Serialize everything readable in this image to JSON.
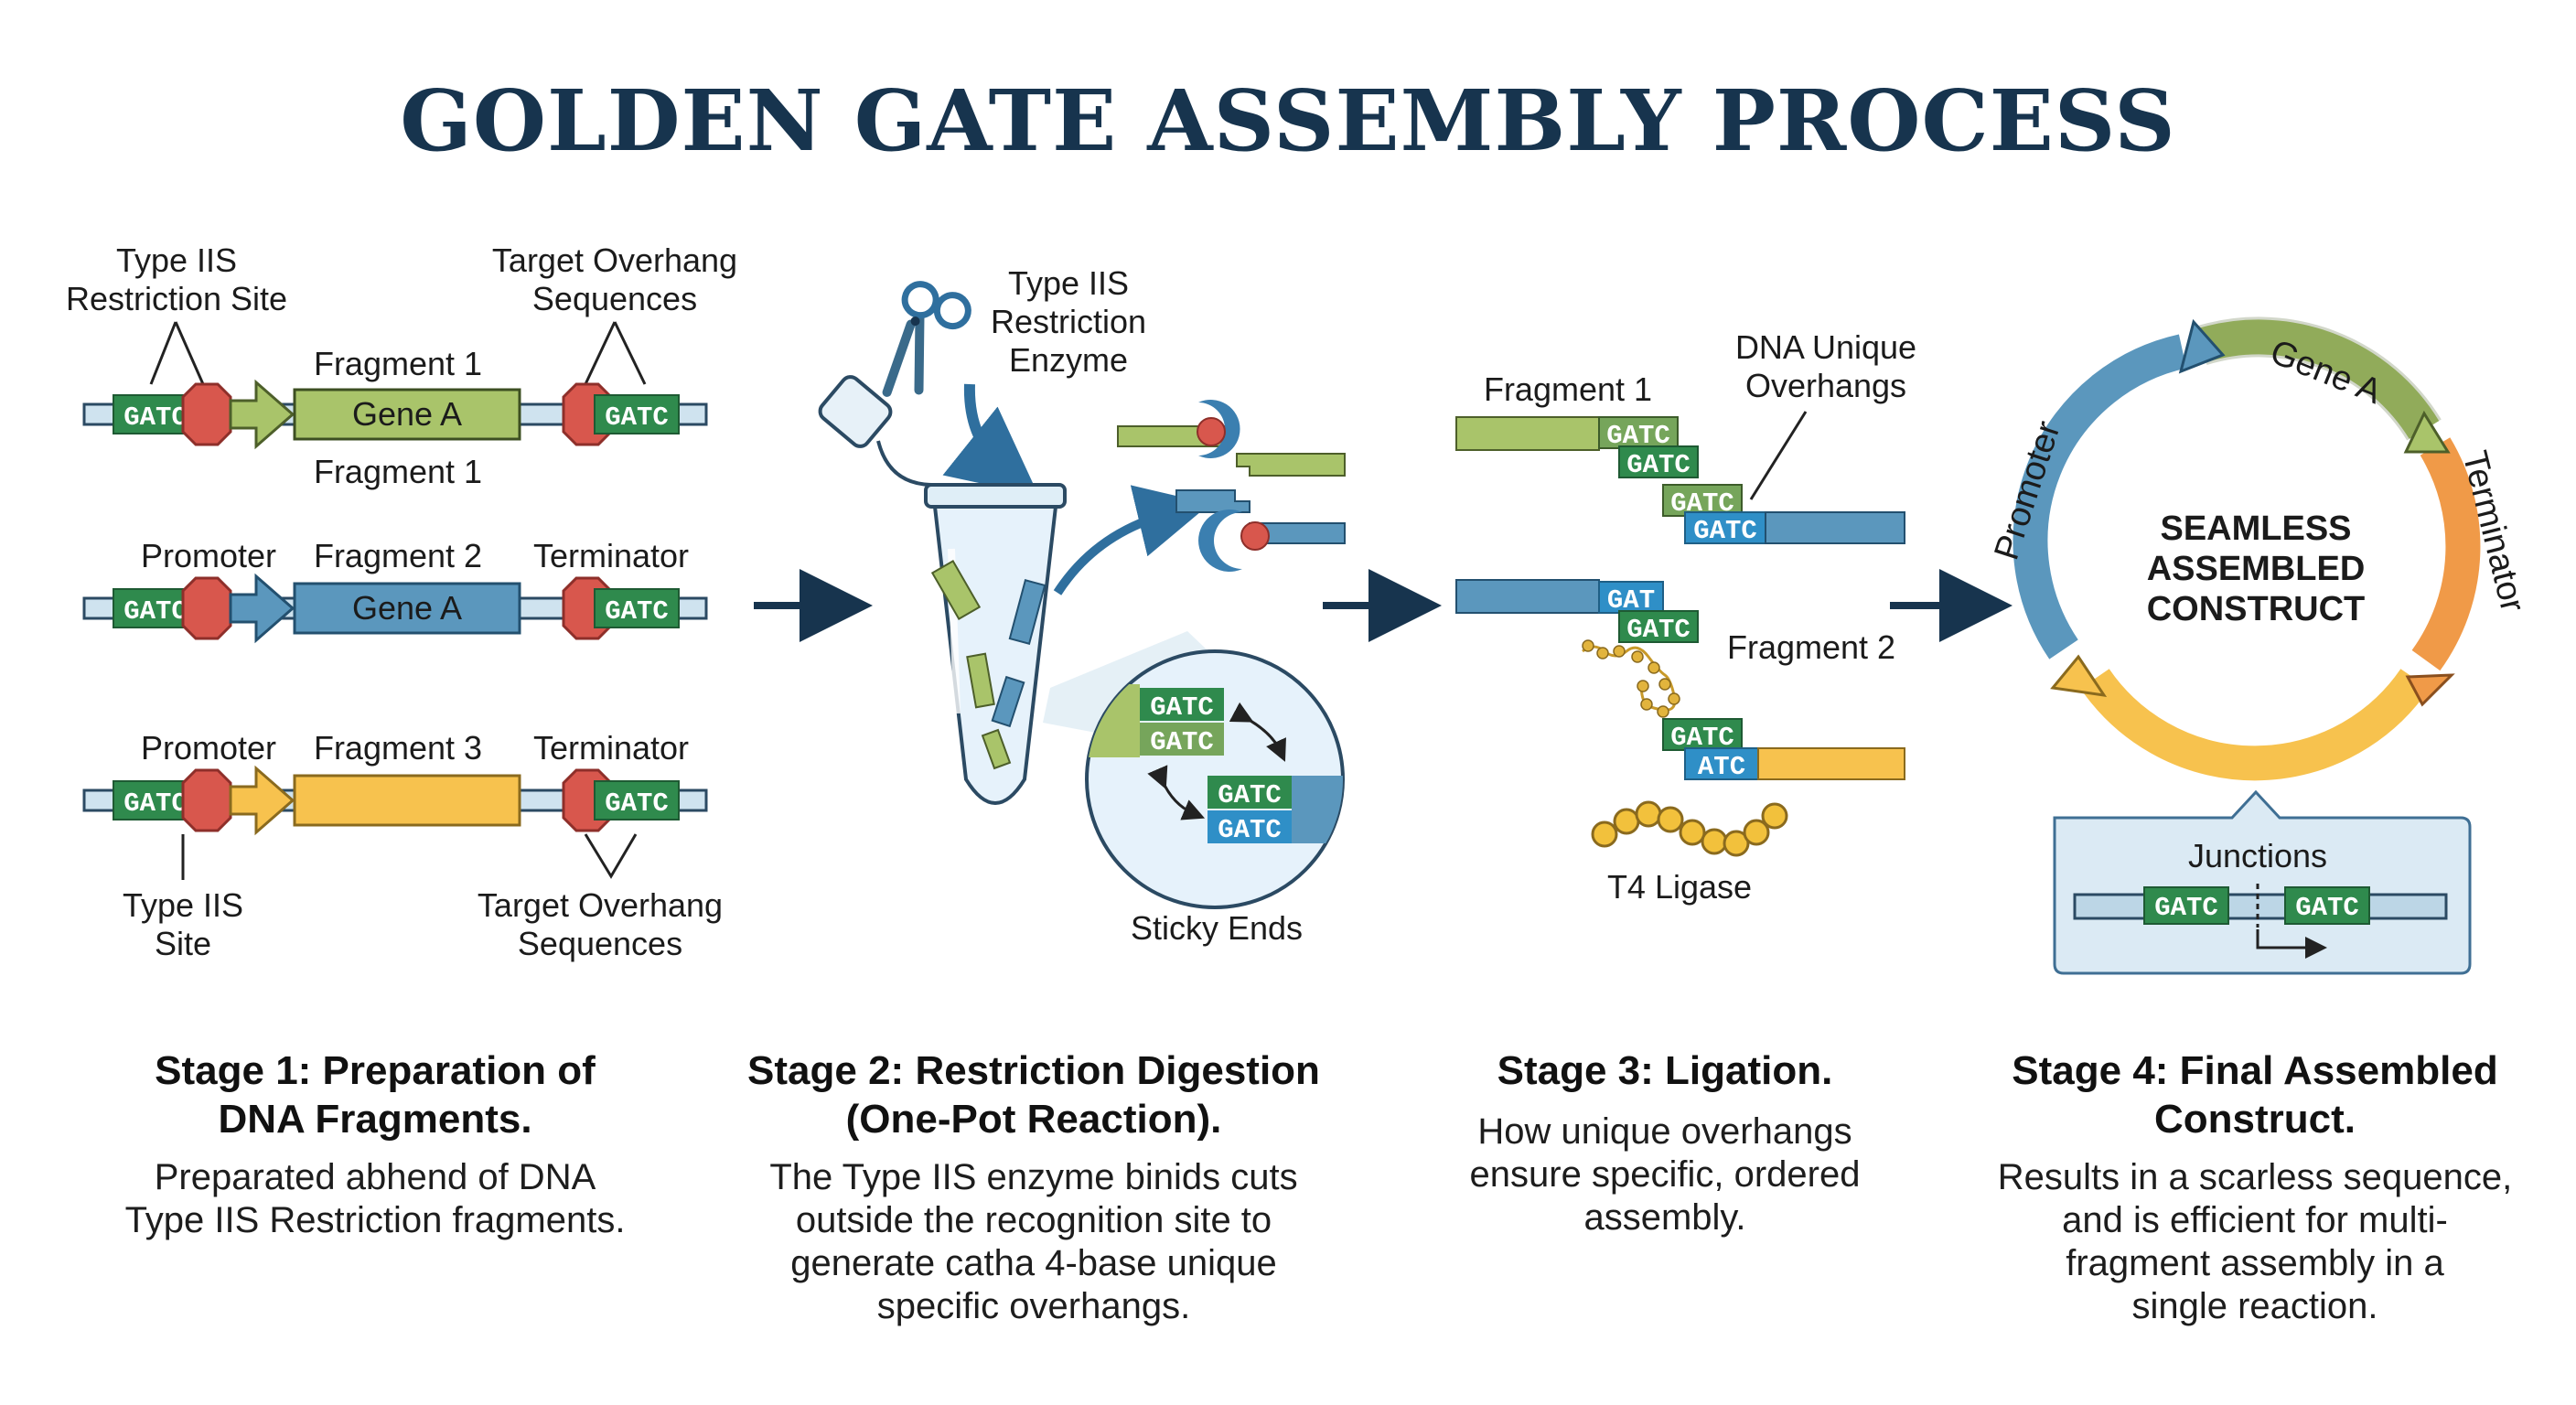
{
  "title": "GOLDEN GATE ASSEMBLY PROCESS",
  "seq": {
    "full": "GATC",
    "short": "GAT",
    "partial": "ATC"
  },
  "stage1": {
    "top_left_label": [
      "Type IIS",
      "Restriction Site"
    ],
    "top_right_label": [
      "Target Overhang",
      "Sequences"
    ],
    "row1": {
      "above": "Fragment 1",
      "gene": "Gene A",
      "below": "Fragment 1"
    },
    "row2": {
      "left": "Promoter",
      "middle": "Fragment 2",
      "right": "Terminator",
      "gene": "Gene A"
    },
    "row3": {
      "left": "Promoter",
      "middle": "Fragment 3",
      "right": "Terminator"
    },
    "bottom_left_label": [
      "Type IIS",
      "Site"
    ],
    "bottom_right_label": [
      "Target Overhang",
      "Sequences"
    ],
    "heading": [
      "Stage 1: Preparation of",
      "DNA Fragments."
    ],
    "description": [
      "Preparated abhend of DNA",
      "Type IIS Restriction fragments."
    ]
  },
  "stage2": {
    "enzyme_label": [
      "Type IIS",
      "Restriction",
      "Enzyme"
    ],
    "sticky_label": "Sticky Ends",
    "heading": [
      "Stage 2: Restriction Digestion",
      "(One-Pot Reaction)."
    ],
    "description": [
      "The Type IIS enzyme binids cuts",
      "outside the recognition site to",
      "generate catha 4-base unique",
      "specific overhangs."
    ]
  },
  "stage3": {
    "fragment1_label": "Fragment 1",
    "overhang_label": [
      "DNA Unique",
      "Overhangs"
    ],
    "fragment2_label": "Fragment 2",
    "ligase_label": "T4 Ligase",
    "heading": [
      "Stage 3: Ligation."
    ],
    "description": [
      "How unique overhangs",
      "ensure specific, ordered",
      "assembly."
    ]
  },
  "stage4": {
    "ring_gene": "Gene A",
    "ring_promoter": "Promoter",
    "ring_terminator": "Terminator",
    "center": [
      "SEAMLESS",
      "ASSEMBLED",
      "CONSTRUCT"
    ],
    "junctions_label": "Junctions",
    "heading": [
      "Stage 4: Final Assembled",
      "Construct."
    ],
    "description": [
      "Results in a scarless sequence,",
      "and is efficient for multi-",
      "fragment assembly in a",
      "single reaction."
    ]
  },
  "colors": {
    "navy": "#17344e",
    "gene_green": "#a9c46a",
    "blue": "#5b97bd",
    "yellow": "#f7c24e",
    "orange": "#f09a48",
    "site_red": "#d8574d",
    "seq_green": "#2f8a4d",
    "seq_blue": "#2f8fc7",
    "backbone": "#cfe3ef"
  }
}
